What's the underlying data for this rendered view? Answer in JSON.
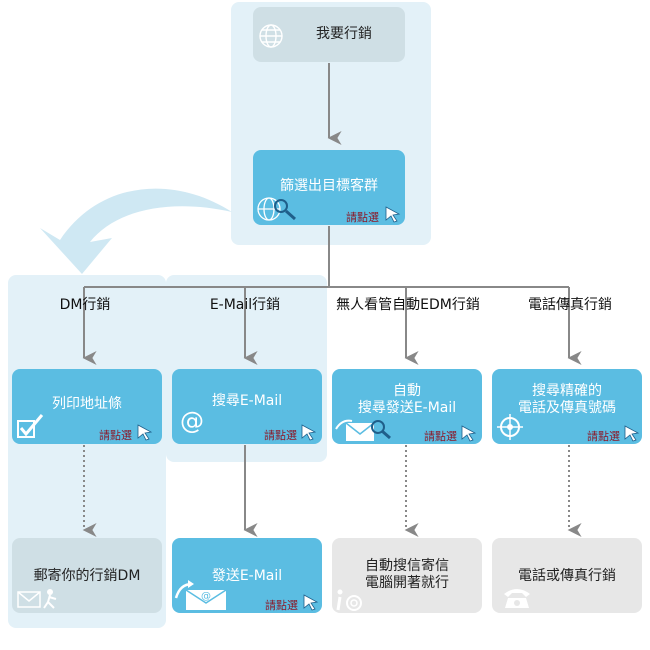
{
  "flow": {
    "start": "我要行銷",
    "filter": "篩選出目標客群",
    "hint": "請點選"
  },
  "columns": {
    "dm": "DM行銷",
    "email": "E-Mail行銷",
    "auto_edm": "無人看管自動EDM行銷",
    "phone_fax": "電話傳真行銷"
  },
  "steps": {
    "print_labels": "列印地址條",
    "search_email": "搜尋E-Mail",
    "auto_search_line1": "自動",
    "auto_search_line2": "搜尋發送E-Mail",
    "search_phone_line1": "搜尋精確的",
    "search_phone_line2": "電話及傳真號碼"
  },
  "results": {
    "mail_dm": "郵寄你的行銷DM",
    "send_email": "發送E-Mail",
    "auto_send_line1": "自動搜信寄信",
    "auto_send_line2": "電腦開著就行",
    "phone_or_fax": "電話或傳真行銷"
  },
  "colors": {
    "box_blue": "#5bbde2",
    "panel": "#e3f1f8",
    "arrow": "#888888",
    "hint": "#8b1a2a"
  }
}
